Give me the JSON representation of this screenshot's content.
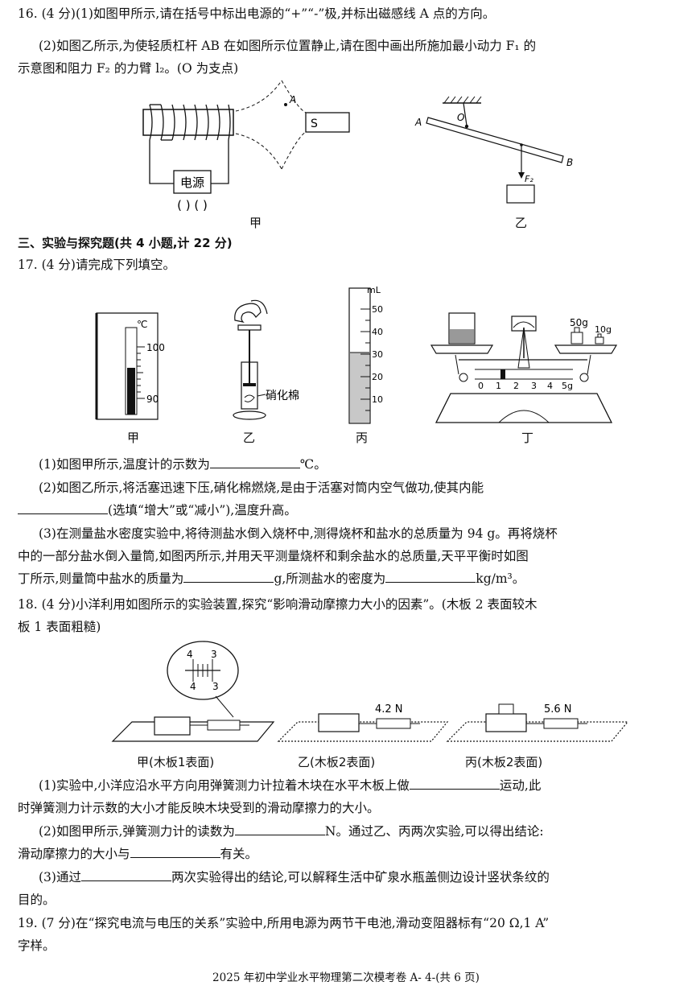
{
  "q16": {
    "line1": "16. (4 分)(1)如图甲所示,请在括号中标出电源的“+”“-”极,并标出磁感线 A 点的方向。",
    "line2": "(2)如图乙所示,为使轻质杠杆 AB 在如图所示位置静止,请在图中画出所施加最小动力 F₁ 的",
    "line3": "示意图和阻力 F₂ 的力臂 l₂。(O 为支点)",
    "fig_a": {
      "label_A": "A",
      "label_S": "S",
      "label_source": "电源",
      "brackets": "(    ) (    )",
      "caption": "甲"
    },
    "fig_b": {
      "label_A": "A",
      "label_O": "O",
      "label_B": "B",
      "label_F2": "F₂",
      "caption": "乙"
    }
  },
  "section3": "三、实验与探究题(共 4 小题,计 22 分)",
  "q17": {
    "title": "17. (4 分)请完成下列填空。",
    "fig_jia": {
      "unit": "℃",
      "tick_high": "100",
      "tick_low": "90",
      "caption": "甲"
    },
    "fig_yi": {
      "label": "硝化棉",
      "caption": "乙"
    },
    "fig_bing": {
      "unit": "mL",
      "ticks": [
        "50",
        "40",
        "30",
        "20",
        "10"
      ],
      "caption": "丙"
    },
    "fig_ding": {
      "weight1": "50g",
      "weight2": "10g",
      "scale": [
        "0",
        "1",
        "2",
        "3",
        "4",
        "5g"
      ],
      "caption": "丁"
    },
    "p1": "(1)如图甲所示,温度计的示数为",
    "p1_end": "℃。",
    "p2a": "(2)如图乙所示,将活塞迅速下压,硝化棉燃烧,是由于活塞对筒内空气做功,使其内能",
    "p2b": "(选填“增大”或“减小”),温度升高。",
    "p3a": "(3)在测量盐水密度实验中,将待测盐水倒入烧杯中,测得烧杯和盐水的总质量为 94 g。再将烧杯",
    "p3b": "中的一部分盐水倒入量筒,如图丙所示,并用天平测量烧杯和剩余盐水的总质量,天平平衡时如图",
    "p3c_1": "丁所示,则量筒中盐水的质量为",
    "p3c_2": "g,所测盐水的密度为",
    "p3c_3": "kg/m³。"
  },
  "q18": {
    "line1": "18. (4 分)小洋利用如图所示的实验装置,探究“影响滑动摩擦力大小的因素”。(木板 2 表面较木",
    "line2": "板 1 表面粗糙)",
    "force_b": "4.2 N",
    "force_c": "5.6 N",
    "zoom_left_top": "4",
    "zoom_left_bottom": "4",
    "zoom_right_top": "3",
    "zoom_right_bottom": "3",
    "cap_a": "甲(木板1表面)",
    "cap_b": "乙(木板2表面)",
    "cap_c": "丙(木板2表面)",
    "p1a": "(1)实验中,小洋应沿水平方向用弹簧测力计拉着木块在水平木板上做",
    "p1a_end": "运动,此",
    "p1b": "时弹簧测力计示数的大小才能反映木块受到的滑动摩擦力的大小。",
    "p2a_1": "(2)如图甲所示,弹簧测力计的读数为",
    "p2a_2": "N。通过乙、丙两次实验,可以得出结论:",
    "p2b_1": "滑动摩擦力的大小与",
    "p2b_2": "有关。",
    "p3a_1": "(3)通过",
    "p3a_2": "两次实验得出的结论,可以解释生活中矿泉水瓶盖侧边设计竖状条纹的",
    "p3b": "目的。"
  },
  "q19": {
    "line1": "19. (7 分)在“探究电流与电压的关系”实验中,所用电源为两节干电池,滑动变阻器标有“20 Ω,1 A”",
    "line2": "字样。"
  },
  "footer": "2025 年初中学业水平物理第二次模考卷 A- 4-(共 6 页)"
}
